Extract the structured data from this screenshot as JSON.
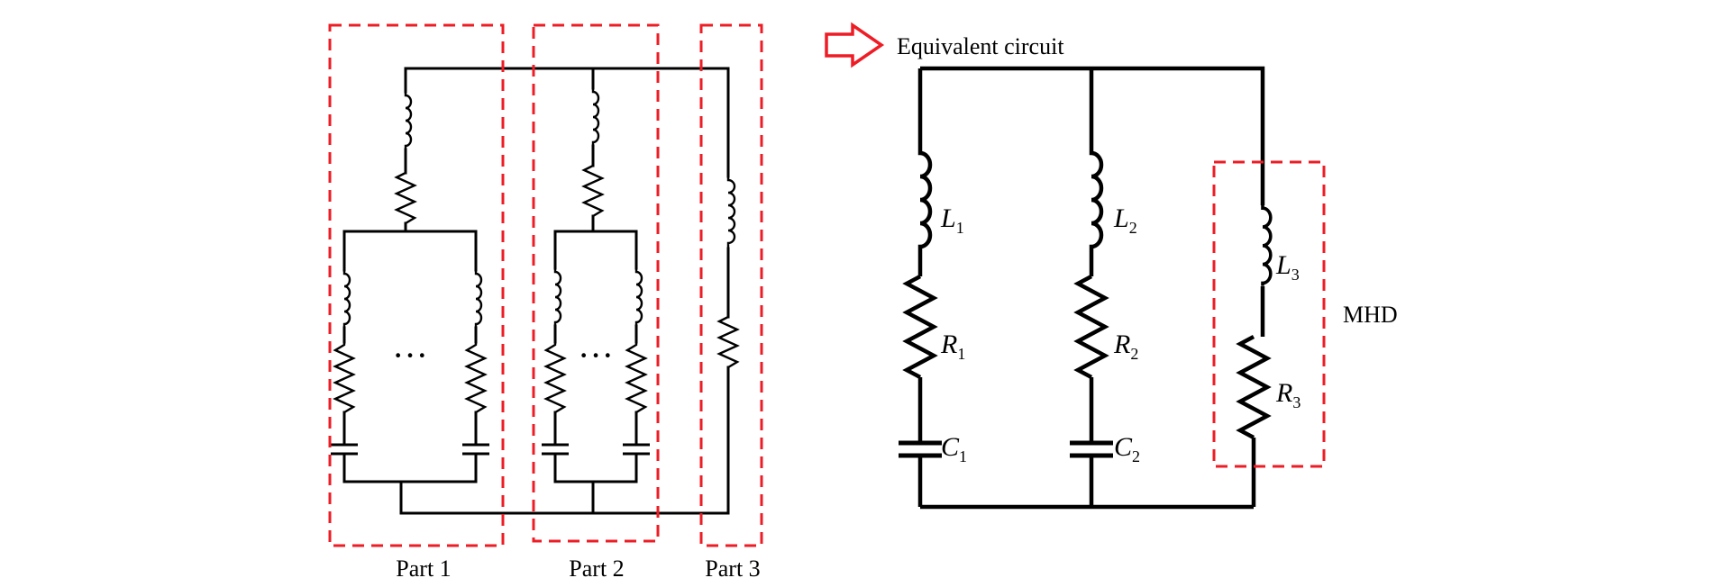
{
  "left_circuit": {
    "parts": [
      "Part 1",
      "Part 2",
      "Part 3"
    ],
    "ellipsis": "···"
  },
  "arrow": {
    "label": "Equivalent circuit"
  },
  "right_circuit": {
    "branches": [
      {
        "inductor": "L",
        "inductor_sub": "1",
        "resistor": "R",
        "resistor_sub": "1",
        "capacitor": "C",
        "capacitor_sub": "1"
      },
      {
        "inductor": "L",
        "inductor_sub": "2",
        "resistor": "R",
        "resistor_sub": "2",
        "capacitor": "C",
        "capacitor_sub": "2"
      },
      {
        "inductor": "L",
        "inductor_sub": "3",
        "resistor": "R",
        "resistor_sub": "3"
      }
    ],
    "mhd_label": "MHD"
  },
  "colors": {
    "dashed_box": "#ee1c25",
    "wire": "#000000"
  }
}
